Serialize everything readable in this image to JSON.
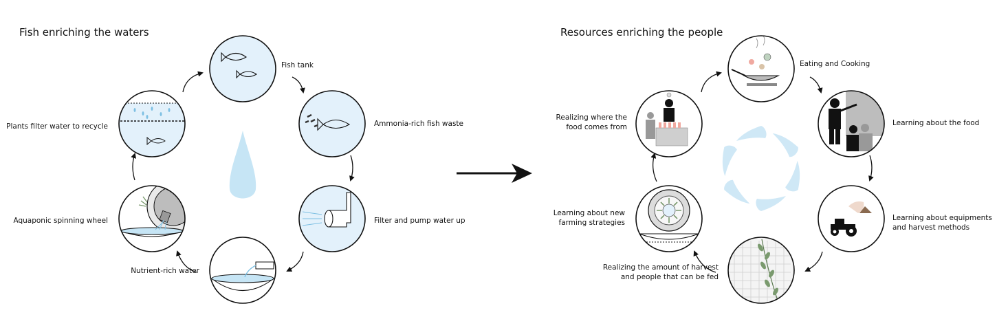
{
  "left_panel": {
    "title": "Fish enriching the waters",
    "steps": [
      {
        "label": "Fish tank"
      },
      {
        "label": "Ammonia-rich fish waste"
      },
      {
        "label": "Filter and pump water up"
      },
      {
        "label": "Nutrient-rich water"
      },
      {
        "label": "Aquaponic spinning wheel"
      },
      {
        "label": "Plants filter water to recycle"
      }
    ],
    "center_icon": "water-drop-icon"
  },
  "right_panel": {
    "title": "Resources enriching the people",
    "steps": [
      {
        "label": "Eating and Cooking"
      },
      {
        "label": "Learning about the food"
      },
      {
        "label_line1": "Learning about equipments",
        "label_line2": "and harvest methods"
      },
      {
        "label_line1": "Realizing the amount of harvest",
        "label_line2": "and people that can be fed"
      },
      {
        "label_line1": "Learning about new",
        "label_line2": "farming strategies"
      },
      {
        "label_line1": "Realizing where the",
        "label_line2": "food comes from"
      }
    ],
    "center_icon": "six-drop-ring-icon"
  },
  "colors": {
    "circle_fill": "#e3f1fb",
    "water": "#b9def2",
    "stroke": "#111111",
    "leaf": "#7a9a6e"
  }
}
